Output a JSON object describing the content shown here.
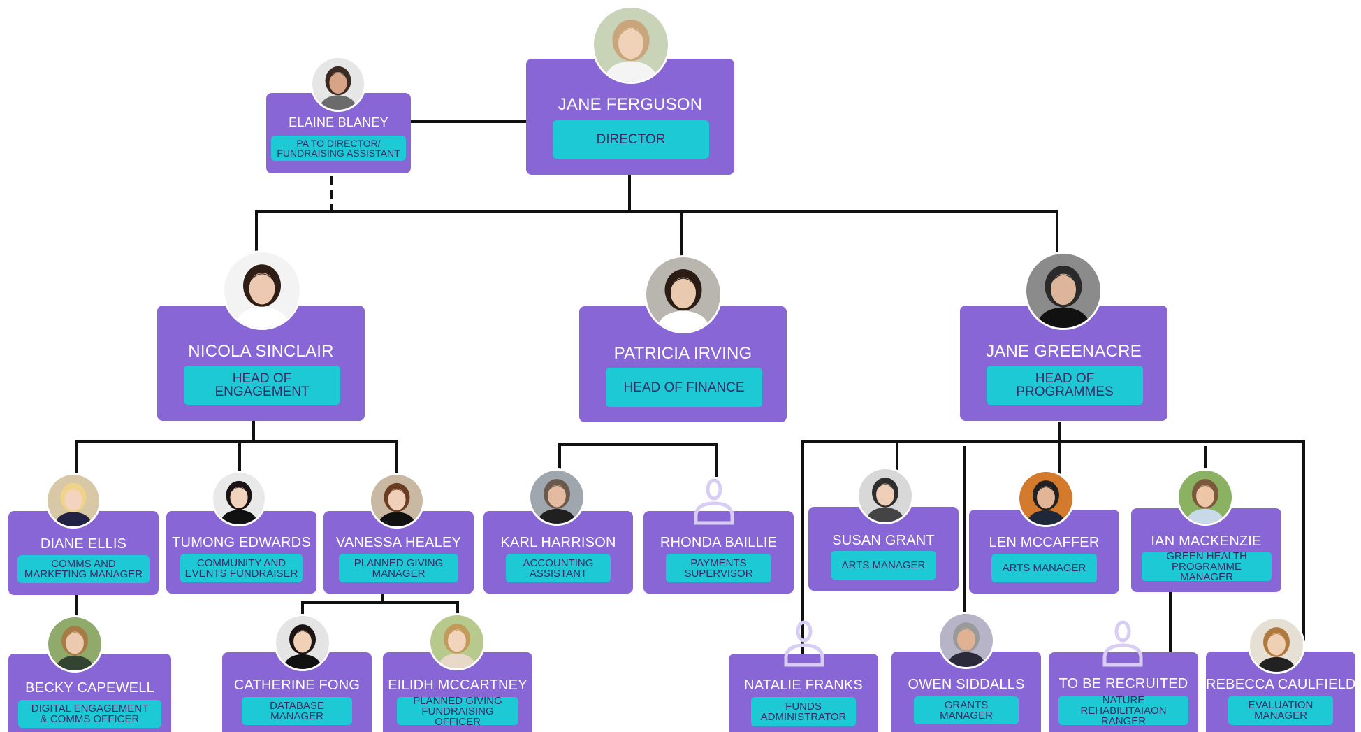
{
  "director": {
    "name": "JANE FERGUSON",
    "role": "DIRECTOR"
  },
  "pa": {
    "name": "ELAINE BLANEY",
    "role_line1": "PA TO DIRECTOR/",
    "role_line2": "FUNDRAISING ASSISTANT"
  },
  "heads": [
    {
      "name": "NICOLA SINCLAIR",
      "role_line1": "HEAD OF",
      "role_line2": "ENGAGEMENT"
    },
    {
      "name": "PATRICIA IRVING",
      "role_line1": "HEAD OF FINANCE",
      "role_line2": ""
    },
    {
      "name": "JANE GREENACRE",
      "role_line1": "HEAD OF",
      "role_line2": "PROGRAMMES"
    }
  ],
  "staff": {
    "diane": {
      "name": "DIANE ELLIS",
      "role_line1": "COMMS AND",
      "role_line2": "MARKETING MANAGER"
    },
    "tumong": {
      "name": "TUMONG EDWARDS",
      "role_line1": "COMMUNITY AND",
      "role_line2": "EVENTS FUNDRAISER"
    },
    "vanessa": {
      "name": "VANESSA HEALEY",
      "role_line1": "PLANNED GIVING",
      "role_line2": "MANAGER"
    },
    "karl": {
      "name": "KARL HARRISON",
      "role_line1": "ACCOUNTING",
      "role_line2": "ASSISTANT"
    },
    "rhonda": {
      "name": "RHONDA BAILLIE",
      "role_line1": "PAYMENTS",
      "role_line2": "SUPERVISOR"
    },
    "susan": {
      "name": "SUSAN GRANT",
      "role_line1": "ARTS MANAGER",
      "role_line2": ""
    },
    "len": {
      "name": "LEN MCCAFFER",
      "role_line1": "ARTS MANAGER",
      "role_line2": ""
    },
    "ian": {
      "name": "IAN MACKENZIE",
      "role_line1": "GREEN HEALTH",
      "role_line2": "PROGRAMME MANAGER"
    },
    "becky": {
      "name": "BECKY CAPEWELL",
      "role_line1": "DIGITAL ENGAGEMENT",
      "role_line2": "& COMMS OFFICER"
    },
    "catherine": {
      "name": "CATHERINE FONG",
      "role_line1": "DATABASE",
      "role_line2": "MANAGER"
    },
    "eilidh": {
      "name": "EILIDH MCCARTNEY",
      "role_line1": "PLANNED GIVING",
      "role_line2": "FUNDRAISING OFFICER"
    },
    "natalie": {
      "name": "NATALIE FRANKS",
      "role_line1": "FUNDS",
      "role_line2": "ADMINISTRATOR"
    },
    "owen": {
      "name": "OWEN SIDDALLS",
      "role_line1": "GRANTS MANAGER",
      "role_line2": ""
    },
    "recruit": {
      "name": "TO BE RECRUITED",
      "role_line1": "NATURE REHABILITAIAON",
      "role_line2": "RANGER"
    },
    "rebecca": {
      "name": "REBECCA CAULFIELD",
      "role_line1": "EVALUATION",
      "role_line2": "MANAGER"
    }
  },
  "colors": {
    "card": "#8866d6",
    "role_badge": "#1ec9d6",
    "role_text": "#3a2a66",
    "connector": "#111111",
    "placeholder_icon": "#d8cdf4"
  }
}
